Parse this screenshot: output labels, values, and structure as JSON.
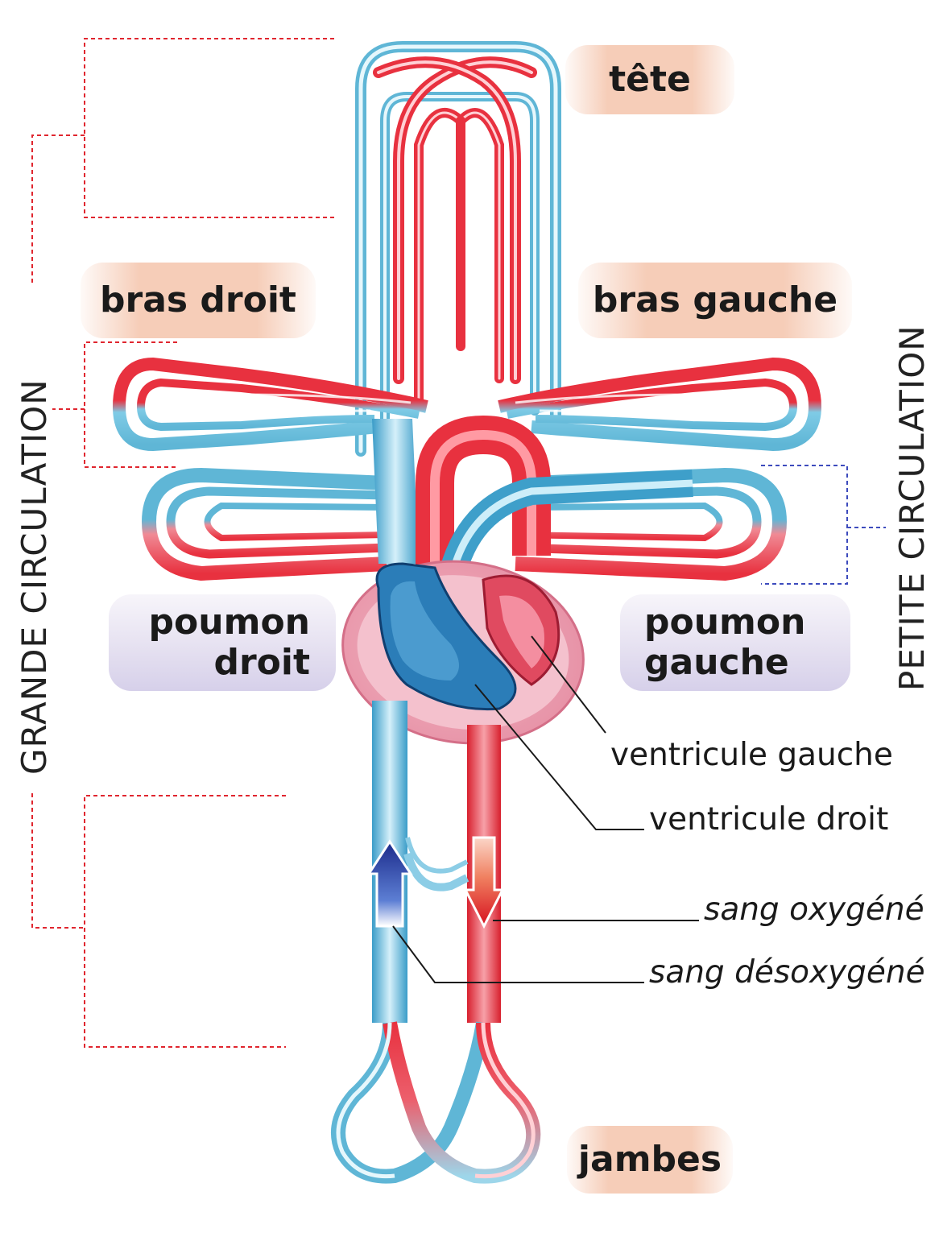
{
  "labels": {
    "head": "tête",
    "right_arm": "bras droit",
    "left_arm": "bras gauche",
    "right_lung_line1": "poumon",
    "right_lung_line2": "droit",
    "left_lung_line1": "poumon",
    "left_lung_line2": "gauche",
    "legs": "jambes",
    "left_ventricle": "ventricule gauche",
    "right_ventricle": "ventricule droit",
    "oxygenated_blood": "sang oxygéné",
    "deoxygenated_blood": "sang désoxygéné",
    "systemic_circulation": "GRANDE CIRCULATION",
    "pulmonary_circulation": "PETITE CIRCULATION"
  },
  "colors": {
    "oxygenated": "#e8313f",
    "deoxygenated": "#5fb6d6",
    "organ_pill": "#f6cdb8",
    "lung_pill": "#e2ddef",
    "systemic_bracket": "#e0262f",
    "pulmonary_bracket": "#3d4bbd",
    "heart_wall": "#e9a3b3"
  }
}
